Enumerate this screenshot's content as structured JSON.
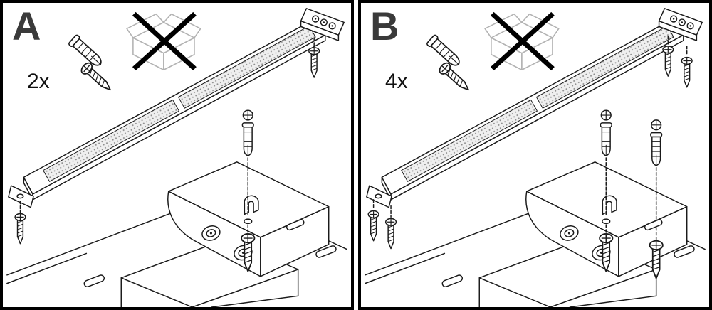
{
  "sheet": {
    "background": "#ffffff",
    "panel_border_color": "#000000",
    "line_color": "#1a1a1a",
    "label_color": "#3a3a3a",
    "diffuser_dot_color": "#8a8a8a",
    "box_icon_color": "#b2b2b2"
  },
  "icons": [
    "wall-plug-icon",
    "screw-icon",
    "no-cardboard-box-icon",
    "keyhole-slot",
    "connector-grommet-icon"
  ],
  "panels": [
    {
      "label": "A",
      "quantity_label": "2x"
    },
    {
      "label": "B",
      "quantity_label": "4x"
    }
  ]
}
